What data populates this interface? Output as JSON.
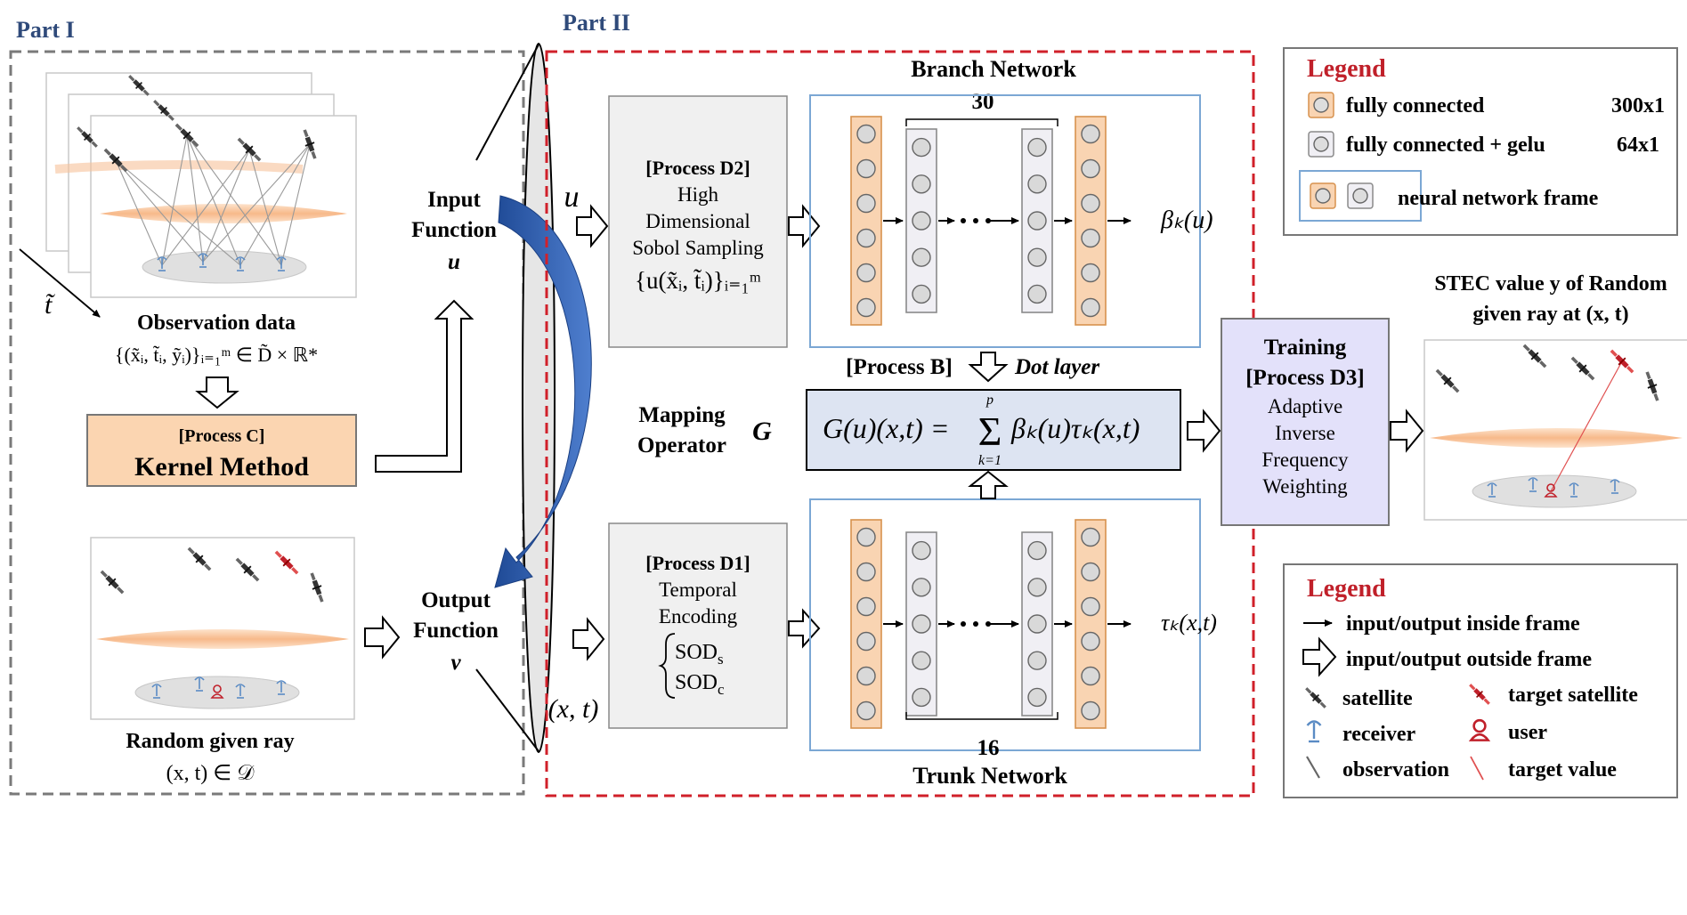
{
  "part1": {
    "label": "Part I"
  },
  "part2": {
    "label": "Part II"
  },
  "observation": {
    "title": "Observation data",
    "formula": "{(x̃ᵢ, t̃ᵢ, ỹᵢ)}ᵢ₌₁ᵐ ∈ D̃ × ℝ*",
    "time_symbol": "t̃"
  },
  "process_c": {
    "label": "[Process C]",
    "title": "Kernel Method"
  },
  "random_ray": {
    "title": "Random given ray",
    "formula": "(x, t) ∈ 𝒟"
  },
  "input_function": {
    "line1": "Input",
    "line2": "Function",
    "symbol": "u"
  },
  "output_function": {
    "line1": "Output",
    "line2": "Function",
    "symbol": "v"
  },
  "u_label": "u",
  "xt_label": "(x, t)",
  "process_d2": {
    "label": "[Process D2]",
    "lines": [
      "High",
      "Dimensional",
      "Sobol Sampling"
    ],
    "formula": "{u(x̃ᵢ, t̃ᵢ)}ᵢ₌₁ᵐ"
  },
  "process_d1": {
    "label": "[Process D1]",
    "lines": [
      "Temporal",
      "Encoding"
    ],
    "sod_s": "SOD",
    "sod_s_sub": "s",
    "sod_c": "SOD",
    "sod_c_sub": "c"
  },
  "branch": {
    "title": "Branch Network",
    "count": "30",
    "output": "βₖ(u)"
  },
  "trunk": {
    "title": "Trunk Network",
    "count": "16",
    "output": "τₖ(x,t)"
  },
  "process_b": {
    "label": "[Process B]",
    "dot": "Dot layer"
  },
  "mapping": {
    "line1": "Mapping",
    "line2": "Operator",
    "symbol": "G"
  },
  "operator_formula": {
    "lhs": "G(u)(x,t) =",
    "sum": "Σ",
    "upper": "p",
    "lower": "k=1",
    "rhs": "βₖ(u)τₖ(x,t)"
  },
  "training": {
    "title": "Training",
    "label": "[Process D3]",
    "lines": [
      "Adaptive",
      "Inverse",
      "Frequency",
      "Weighting"
    ]
  },
  "stec": {
    "line1": "STEC value y of Random",
    "line2": "given ray at (x, t)"
  },
  "legend1": {
    "title": "Legend",
    "items": [
      {
        "label": "fully connected",
        "size": "300x1"
      },
      {
        "label": "fully connected + gelu",
        "size": "64x1"
      },
      {
        "label": "neural network frame"
      }
    ]
  },
  "legend2": {
    "title": "Legend",
    "items": [
      {
        "label": "input/output inside frame"
      },
      {
        "label": "input/output outside frame"
      },
      {
        "label": "satellite"
      },
      {
        "label": "target satellite"
      },
      {
        "label": "receiver"
      },
      {
        "label": "user"
      },
      {
        "label": "observation"
      },
      {
        "label": "target value"
      }
    ]
  },
  "colors": {
    "orange_fill": "#f9d4b2",
    "orange_stroke": "#d7924e",
    "gray_fill": "#f0eff4",
    "gray_stroke": "#8a8a8a",
    "red_dash": "#d0202a",
    "gray_dash": "#7a7a7a",
    "blue_frame": "#7ba7d4",
    "operator_fill": "#dde4f2",
    "training_fill": "#e3e1fa",
    "legend_red": "#c0202a",
    "part_blue": "#2f4a7a",
    "arrow_blue": "#2d5aa8"
  }
}
